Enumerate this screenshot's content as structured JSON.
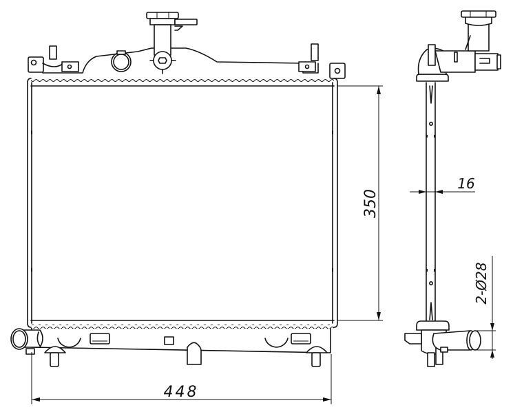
{
  "drawing": {
    "subject": "Radiator technical drawing",
    "views": [
      "front-view",
      "side-view"
    ],
    "colors": {
      "line": "#111111",
      "background": "#ffffff"
    }
  },
  "dimensions": {
    "width": "448",
    "height": "350",
    "core_thickness": "16",
    "pipe_diameter": "2-Ø28"
  }
}
